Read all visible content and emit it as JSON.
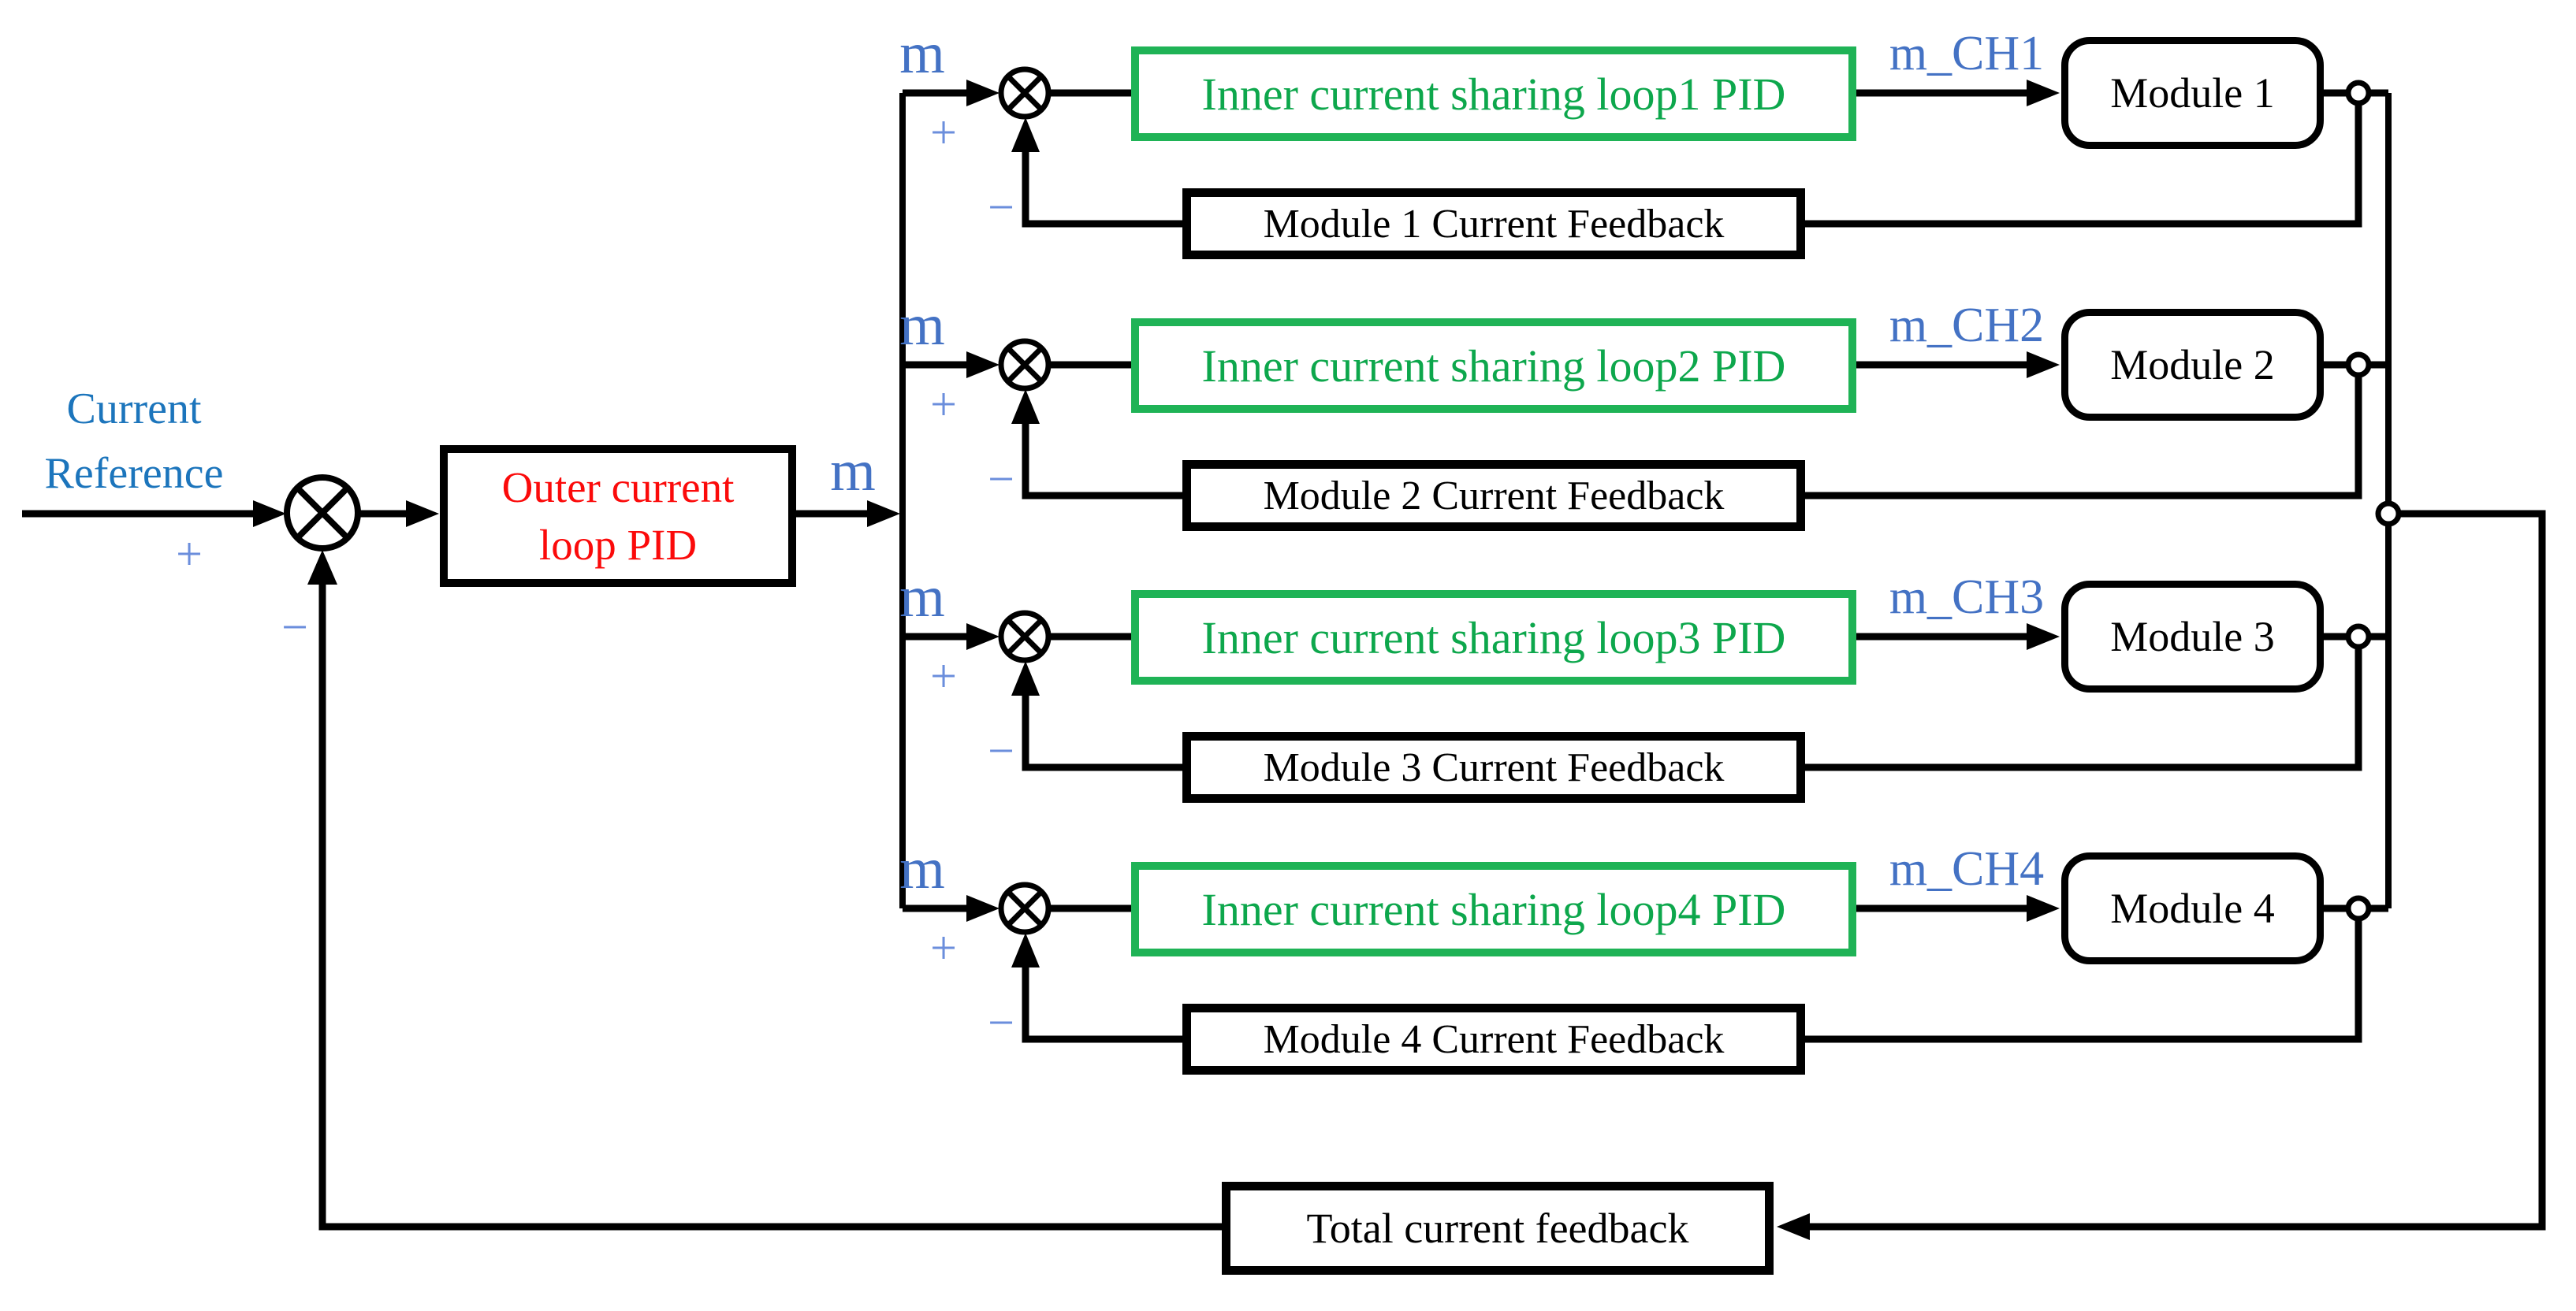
{
  "figure": {
    "type": "control-block-diagram",
    "description": "Outer current loop with four inner current sharing loops driving Modules 1-4"
  },
  "labels": {
    "current_reference_line1": "Current",
    "current_reference_line2": "Reference",
    "outer_pid_line1": "Outer current",
    "outer_pid_line2": "loop PID",
    "m": "m",
    "plus": "+",
    "minus": "−",
    "total_feedback": "Total current feedback"
  },
  "branches": [
    {
      "index": 1,
      "m": "m",
      "inner_pid_label": "Inner current sharing loop1 PID",
      "m_ch_label": "m_CH1",
      "module_label": "Module 1",
      "feedback_label": "Module 1 Current Feedback"
    },
    {
      "index": 2,
      "m": "m",
      "inner_pid_label": "Inner current sharing loop2 PID",
      "m_ch_label": "m_CH2",
      "module_label": "Module 2",
      "feedback_label": "Module 2 Current Feedback"
    },
    {
      "index": 3,
      "m": "m",
      "inner_pid_label": "Inner current sharing loop3 PID",
      "m_ch_label": "m_CH3",
      "module_label": "Module 3",
      "feedback_label": "Module 3 Current Feedback"
    },
    {
      "index": 4,
      "m": "m",
      "inner_pid_label": "Inner current sharing loop4 PID",
      "m_ch_label": "m_CH4",
      "module_label": "Module 4",
      "feedback_label": "Module 4 Current Feedback"
    }
  ],
  "colors": {
    "reference_blue": "#1C75BC",
    "signal_blue": "#4472C4",
    "operator_blue": "#6B8EDC",
    "pid_red": "#FB0A0A",
    "inner_loop_green_text": "#0DA74C",
    "inner_loop_green_border": "#1FB356",
    "line_black": "#000000",
    "background": "#FFFFFF"
  }
}
